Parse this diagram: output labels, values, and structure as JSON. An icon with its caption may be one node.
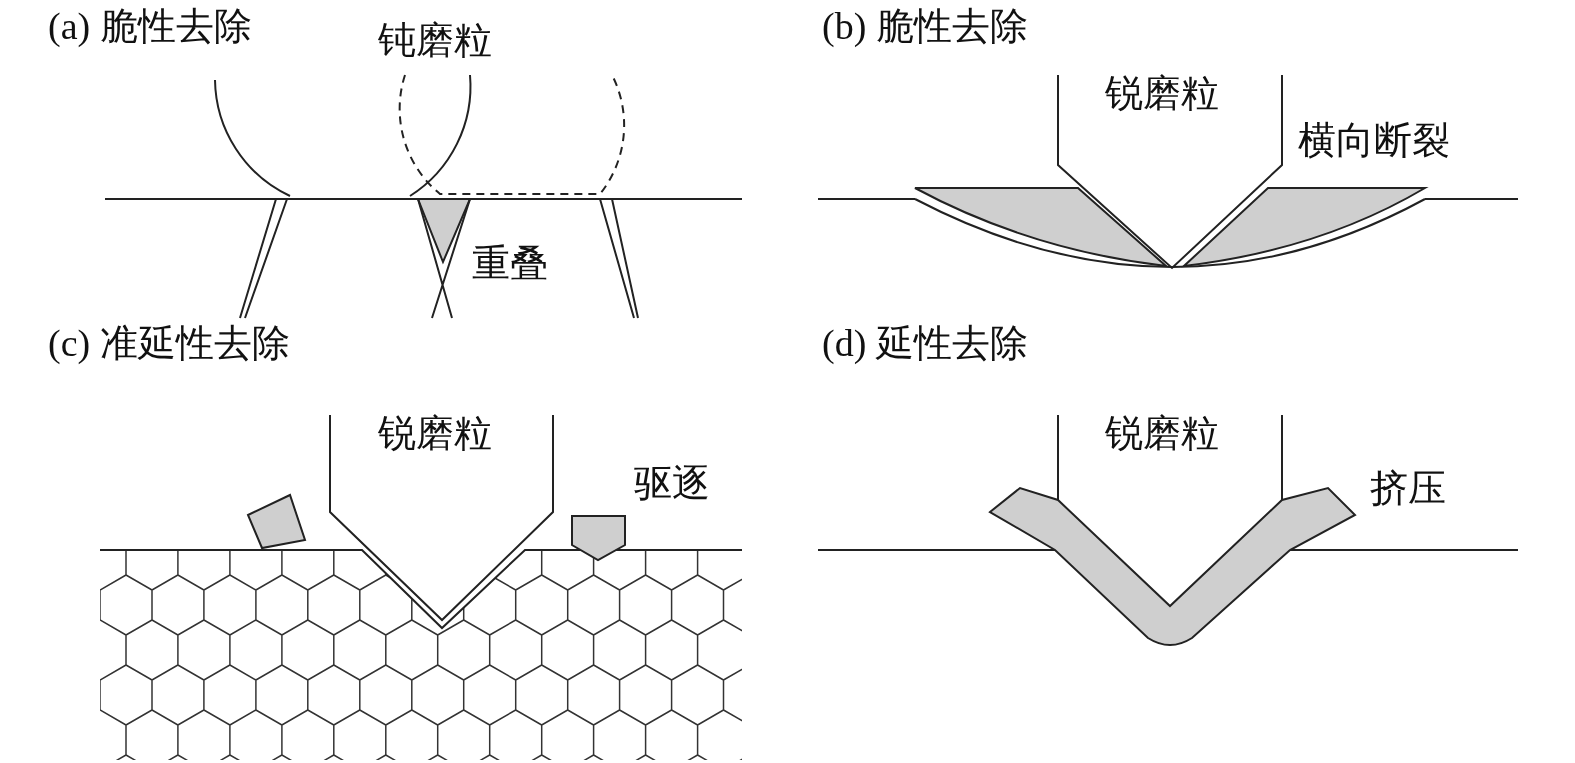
{
  "diagram": {
    "labels": [
      "(a) 脆性去除",
      "钝磨粒",
      "重叠",
      "(b) 脆性去除",
      "锐磨粒",
      "横向断裂",
      "(c) 准延性去除",
      "锐磨粒",
      "驱逐",
      "(d) 延性去除",
      "锐磨粒",
      "挤压"
    ]
  }
}
